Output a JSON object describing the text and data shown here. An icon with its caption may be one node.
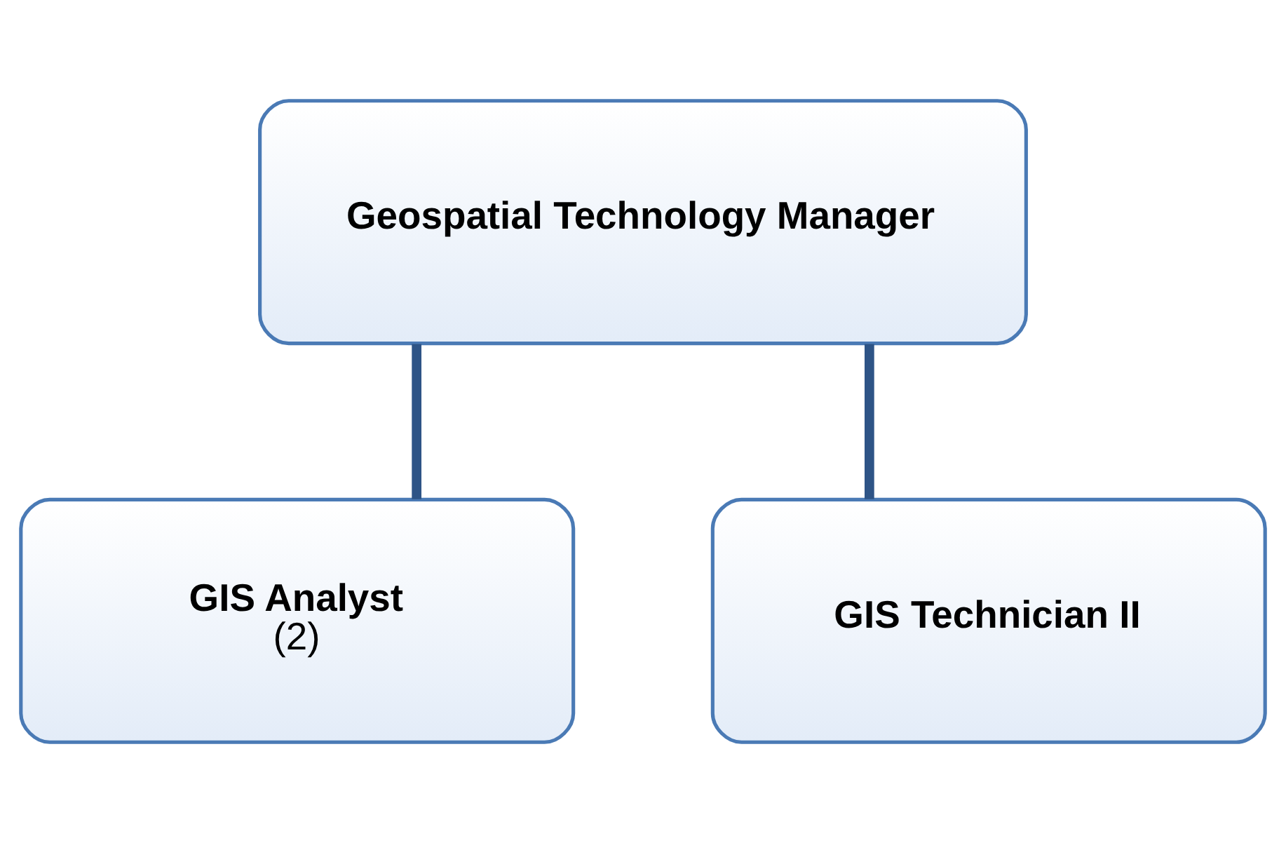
{
  "diagram": {
    "nodes": [
      {
        "text": [
          "Geospatial Technology Manager"
        ]
      },
      {
        "text": [
          "GIS Analyst",
          "(2)"
        ]
      },
      {
        "text": [
          "GIS Technician II"
        ]
      }
    ],
    "edges": [
      {
        "from": 0,
        "to": 1,
        "arrow": "none"
      },
      {
        "from": 0,
        "to": 2,
        "arrow": "none"
      }
    ]
  }
}
